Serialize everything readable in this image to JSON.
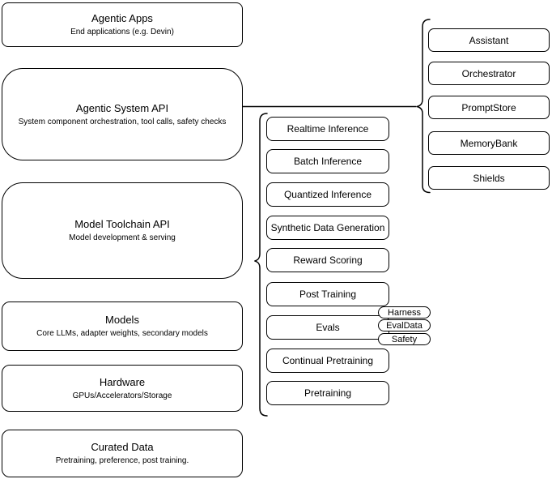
{
  "diagram": {
    "background": "#ffffff",
    "stroke_color": "#000000",
    "node_fill": "#ffffff",
    "layers": {
      "left_stack": [
        {
          "title": "Agentic Apps",
          "subtitle": "End applications (e.g. Devin)"
        },
        {
          "title": "Agentic System API",
          "subtitle": "System component orchestration, tool calls, safety checks"
        },
        {
          "title": "Model Toolchain API",
          "subtitle": "Model development & serving"
        },
        {
          "title": "Models",
          "subtitle": "Core LLMs, adapter weights, secondary models"
        },
        {
          "title": "Hardware",
          "subtitle": "GPUs/Accelerators/Storage"
        },
        {
          "title": "Curated Data",
          "subtitle": "Pretraining, preference, post training."
        }
      ],
      "toolchain_items": [
        "Realtime Inference",
        "Batch Inference",
        "Quantized Inference",
        "Synthetic Data Generation",
        "Reward Scoring",
        "Post Training",
        "Evals",
        "Continual Pretraining",
        "Pretraining"
      ],
      "evals_tags": [
        "Harness",
        "EvalData",
        "Safety"
      ],
      "system_components": [
        "Assistant",
        "Orchestrator",
        "PromptStore",
        "MemoryBank",
        "Shields"
      ]
    }
  }
}
